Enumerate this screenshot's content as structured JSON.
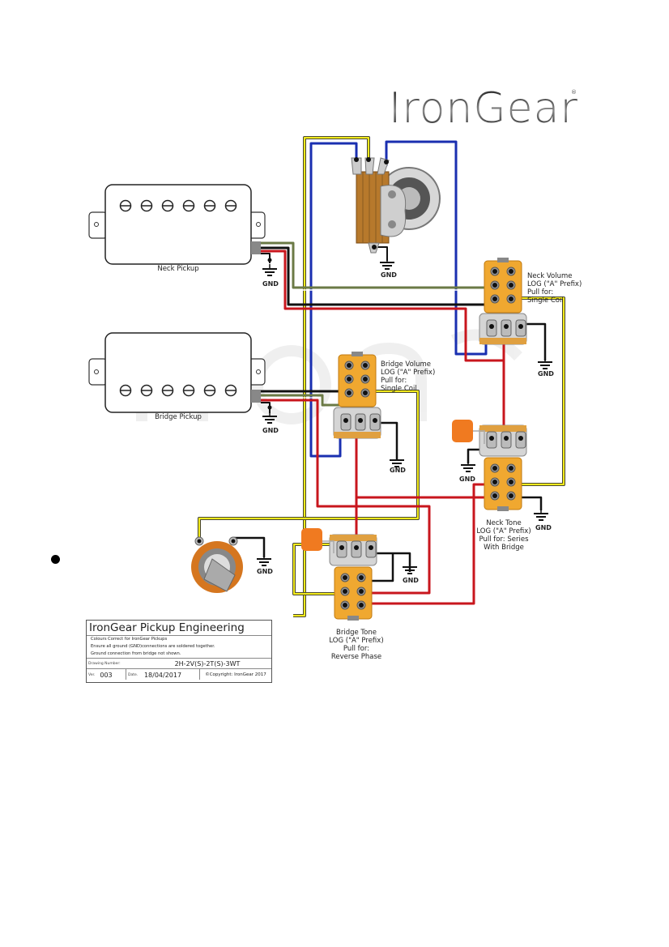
{
  "brand": {
    "logo_text": "IronGear",
    "registered_mark": "®"
  },
  "pickups": [
    {
      "id": "neck",
      "label": "Neck Pickup"
    },
    {
      "id": "bridge",
      "label": "Bridge Pickup"
    }
  ],
  "pots": {
    "neck_volume": {
      "lines": [
        "Neck Volume",
        "LOG (\"A\" Prefix)",
        "Pull for:",
        "Single Coil"
      ]
    },
    "bridge_volume": {
      "lines": [
        "Bridge Volume",
        "LOG (\"A\" Prefix)",
        "Pull for:",
        "Single Coil"
      ]
    },
    "neck_tone": {
      "lines": [
        "Neck Tone",
        "LOG (\"A\" Prefix)",
        "Pull for: Series",
        "With Bridge"
      ]
    },
    "bridge_tone": {
      "lines": [
        "Bridge Tone",
        "LOG (\"A\" Prefix)",
        "Pull for:",
        "Reverse Phase"
      ]
    }
  },
  "ground_label": "GND",
  "wire_colors": {
    "hot_yellow": "#f2ea1c",
    "blue": "#1a2fb0",
    "red": "#c8161d",
    "black": "#111111",
    "green": "#6b7a45",
    "white": "#ffffff",
    "pot_orange": "#f0a830",
    "cap_orange": "#f07a20"
  },
  "title_block": {
    "title": "IronGear Pickup Engineering",
    "notes": [
      "Colours Correct for IronGear Pickups",
      "Ensure all ground (GND)connections are soldered together.",
      "Ground connection from bridge not shown."
    ],
    "drawing_number_label": "Drawing Number:",
    "drawing_number": "2H-2V(S)-2T(S)-3WT",
    "version_label": "Ver.",
    "version": "003",
    "date_label": "Date.",
    "date": "18/04/2017",
    "copyright": "©Copyright: IronGear 2017"
  }
}
